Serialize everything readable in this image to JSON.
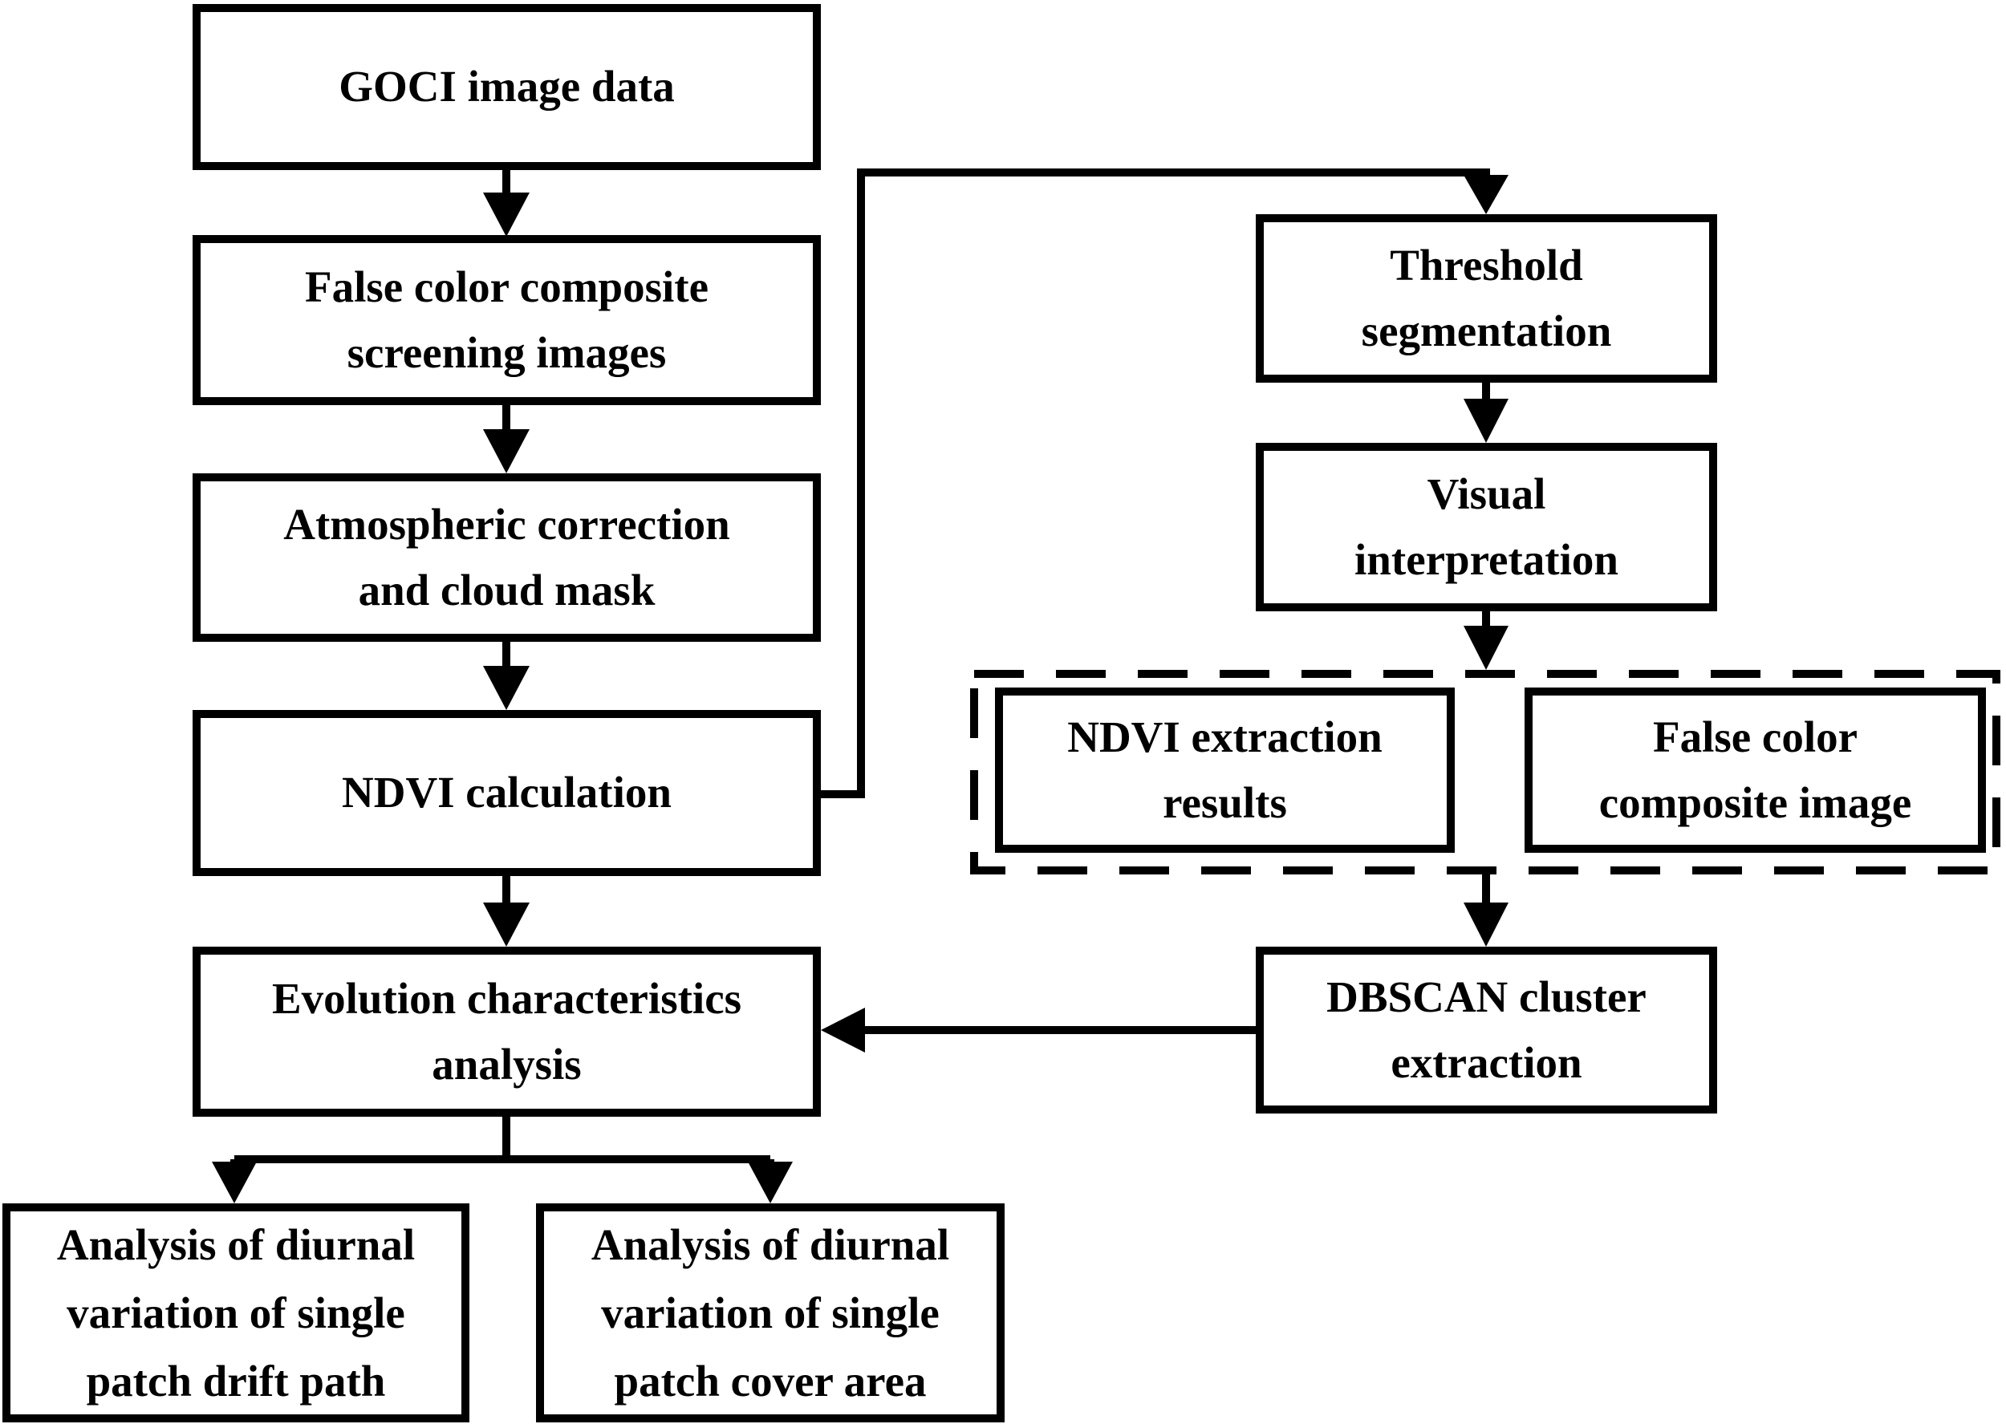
{
  "diagram": {
    "type": "flowchart",
    "background_color": "#ffffff",
    "stroke_color": "#000000",
    "nodes": {
      "goci": {
        "label": "GOCI image data",
        "style": "solid"
      },
      "false_color_screening": {
        "label": "False color composite\nscreening images",
        "style": "solid"
      },
      "atmospheric_correction": {
        "label": "Atmospheric correction\nand cloud mask",
        "style": "solid"
      },
      "ndvi_calculation": {
        "label": "NDVI calculation",
        "style": "solid"
      },
      "evolution_analysis": {
        "label": "Evolution characteristics\nanalysis",
        "style": "solid"
      },
      "drift_path_analysis": {
        "label": "Analysis of diurnal\nvariation of single\npatch drift path",
        "style": "solid"
      },
      "cover_area_analysis": {
        "label": "Analysis of diurnal\nvariation of single\npatch cover area",
        "style": "solid"
      },
      "threshold_segmentation": {
        "label": "Threshold\nsegmentation",
        "style": "solid"
      },
      "visual_interpretation": {
        "label": "Visual\ninterpretation",
        "style": "solid"
      },
      "ndvi_extraction_results": {
        "label": "NDVI extraction\nresults",
        "style": "solid"
      },
      "false_color_composite_image": {
        "label": "False color\ncomposite image",
        "style": "solid"
      },
      "dbscan_extraction": {
        "label": "DBSCAN cluster\nextraction",
        "style": "solid"
      }
    },
    "groups": {
      "intermediate_results": {
        "style": "dashed",
        "contains": [
          "ndvi_extraction_results",
          "false_color_composite_image"
        ]
      }
    },
    "edges": [
      {
        "from": "goci",
        "to": "false_color_screening"
      },
      {
        "from": "false_color_screening",
        "to": "atmospheric_correction"
      },
      {
        "from": "atmospheric_correction",
        "to": "ndvi_calculation"
      },
      {
        "from": "ndvi_calculation",
        "to": "evolution_analysis"
      },
      {
        "from": "ndvi_calculation",
        "to": "threshold_segmentation"
      },
      {
        "from": "threshold_segmentation",
        "to": "visual_interpretation"
      },
      {
        "from": "visual_interpretation",
        "to": "intermediate_results"
      },
      {
        "from": "intermediate_results",
        "to": "dbscan_extraction"
      },
      {
        "from": "dbscan_extraction",
        "to": "evolution_analysis"
      },
      {
        "from": "evolution_analysis",
        "to": "drift_path_analysis"
      },
      {
        "from": "evolution_analysis",
        "to": "cover_area_analysis"
      }
    ]
  }
}
